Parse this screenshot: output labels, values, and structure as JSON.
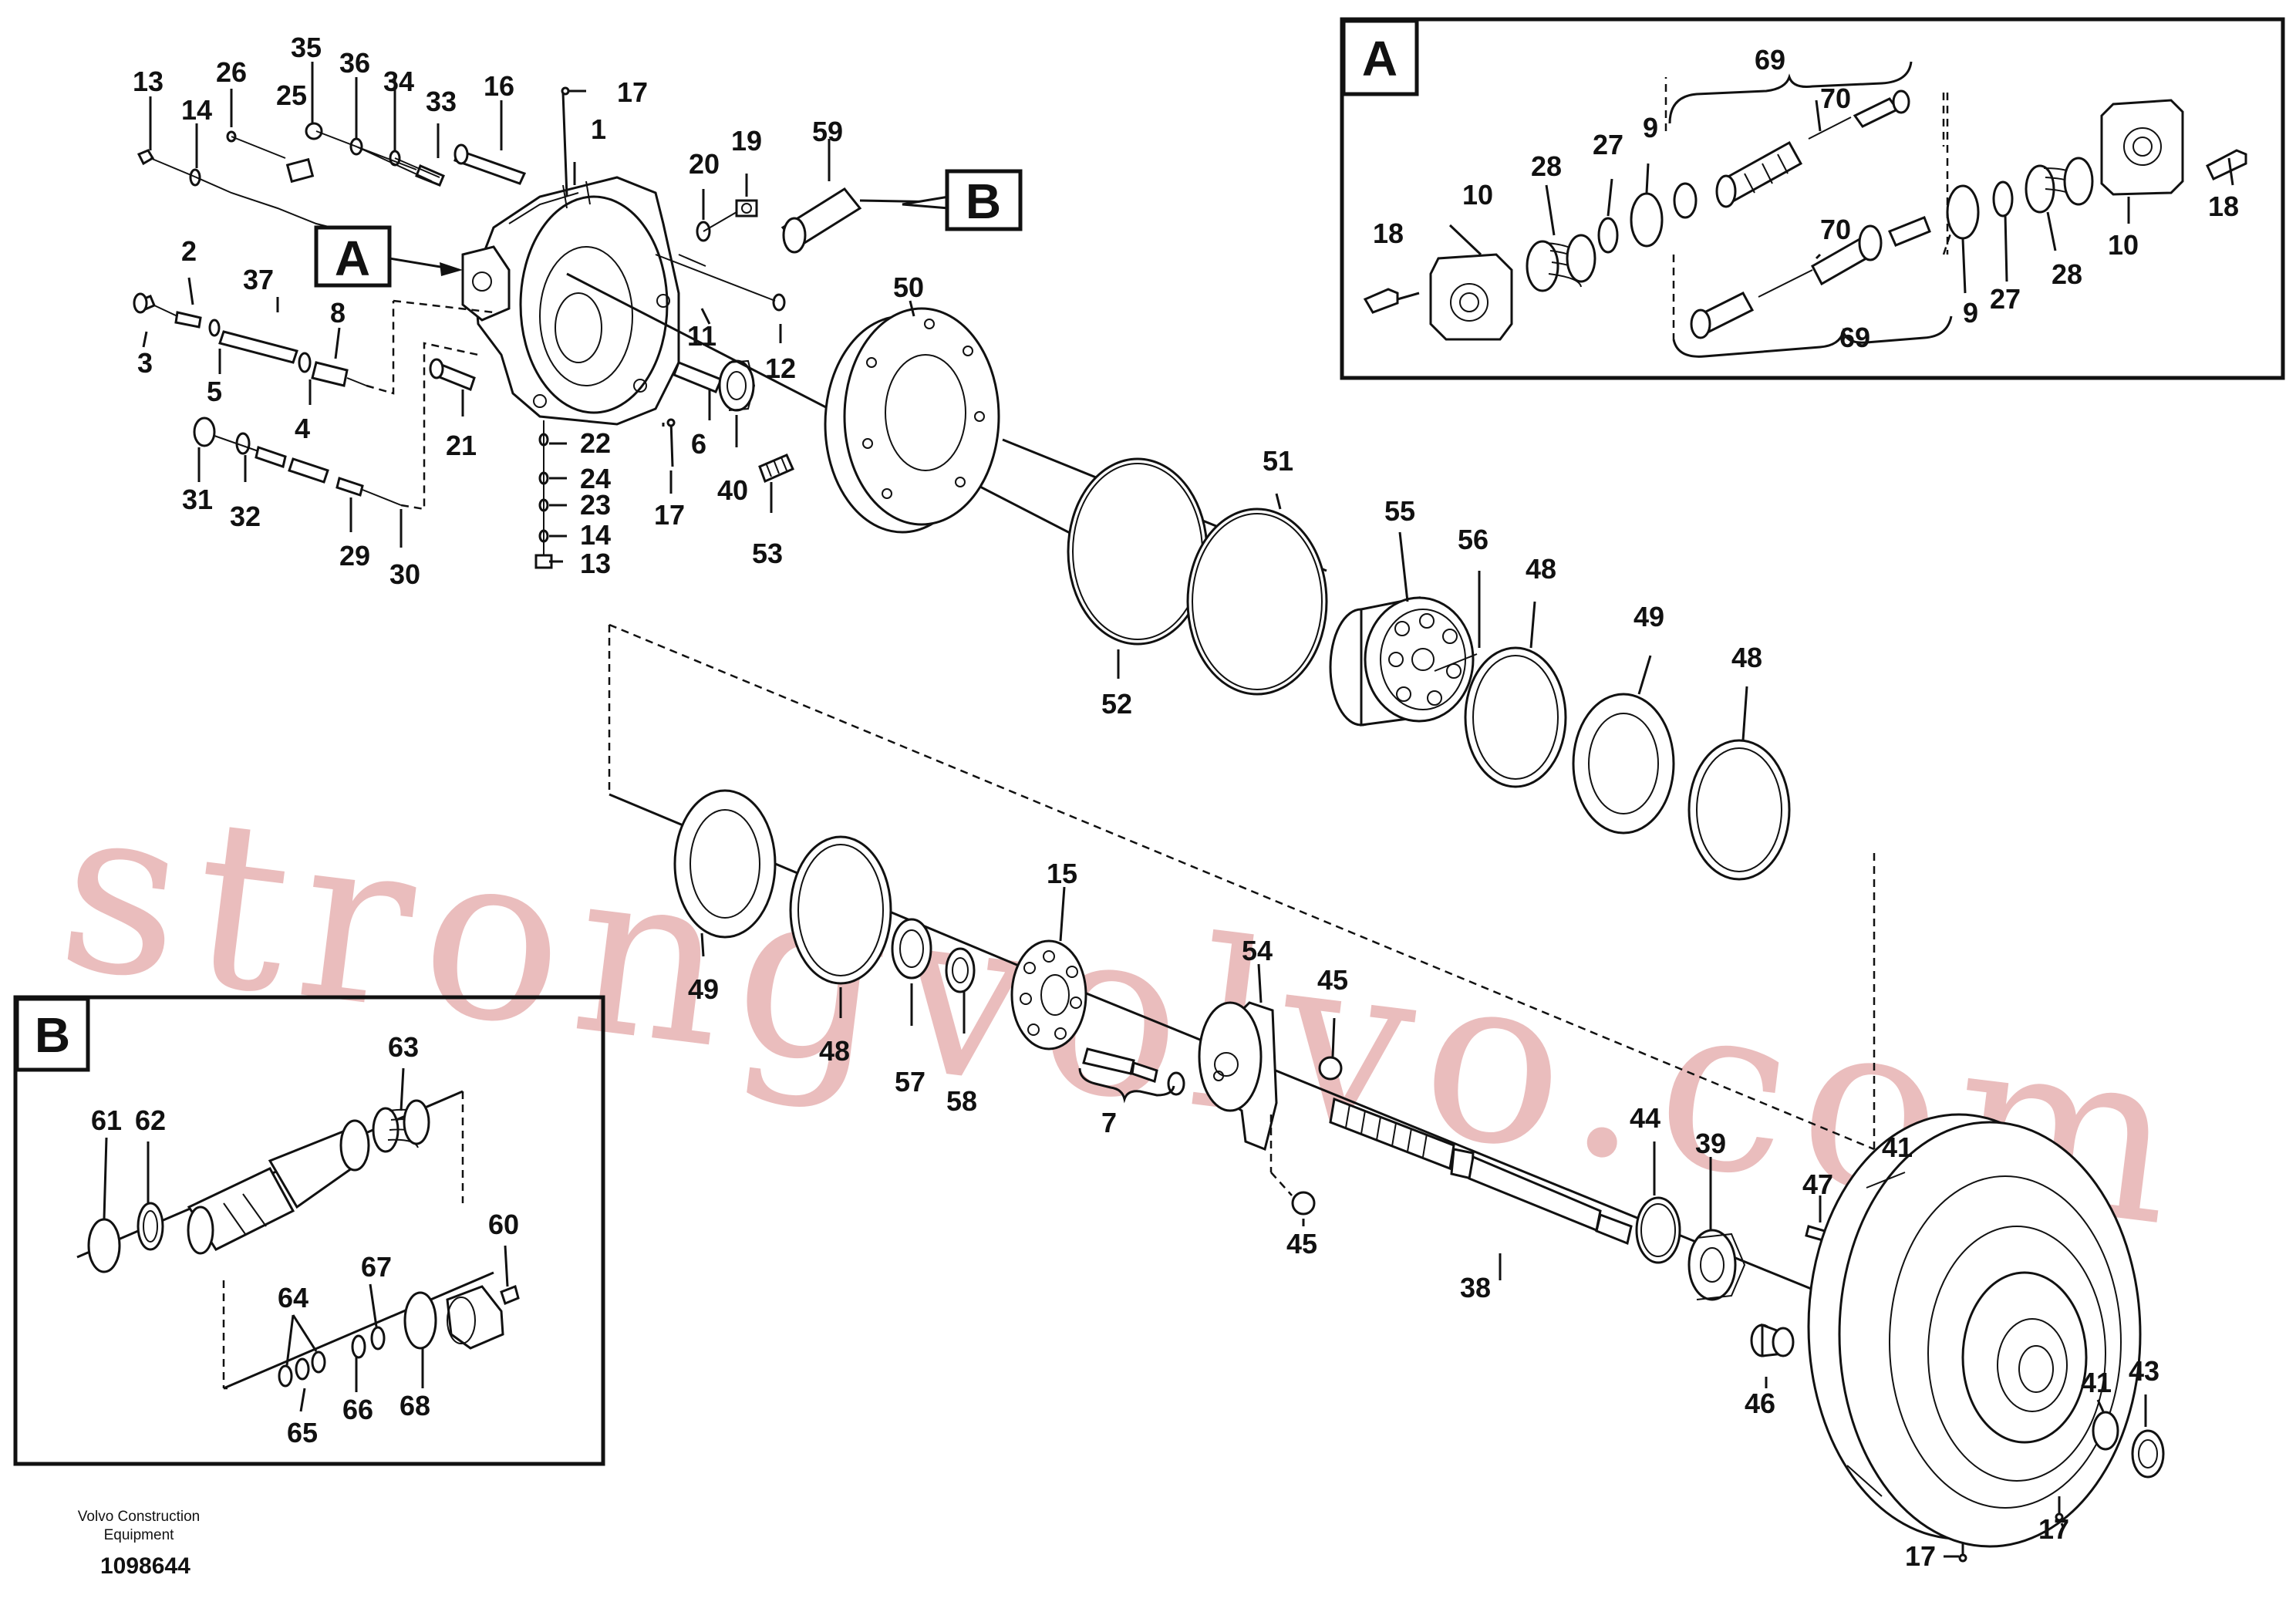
{
  "diagram": {
    "watermark": "strongvolvo.com",
    "footer": {
      "line1": "Volvo Construction",
      "line2": "Equipment",
      "drawing_number": "1098644"
    },
    "callouts": {
      "A": "A",
      "B": "B"
    },
    "detail_A": {
      "tag": "A",
      "labels": [
        "69",
        "70",
        "28",
        "27",
        "9",
        "10",
        "18",
        "70",
        "9",
        "27",
        "28",
        "10",
        "18",
        "69"
      ]
    },
    "detail_B": {
      "tag": "B",
      "labels": [
        "63",
        "61",
        "62",
        "60",
        "67",
        "64",
        "65",
        "66",
        "68"
      ]
    },
    "main_labels": {
      "group_upper_left": [
        "13",
        "14",
        "26",
        "25",
        "35",
        "36",
        "34",
        "33",
        "16",
        "17",
        "1",
        "2",
        "37",
        "3",
        "5",
        "8",
        "4",
        "31",
        "32",
        "29",
        "30",
        "21",
        "22",
        "24",
        "23",
        "14",
        "13",
        "17",
        "6",
        "20",
        "19",
        "59",
        "11",
        "12",
        "40",
        "53"
      ],
      "group_center": [
        "50",
        "51",
        "52",
        "55",
        "56",
        "48",
        "49",
        "48"
      ],
      "group_lower": [
        "49",
        "48",
        "15",
        "57",
        "58",
        "7",
        "54",
        "45",
        "45",
        "44",
        "39",
        "38",
        "47",
        "41",
        "41",
        "43",
        "46",
        "17",
        "17"
      ]
    }
  }
}
